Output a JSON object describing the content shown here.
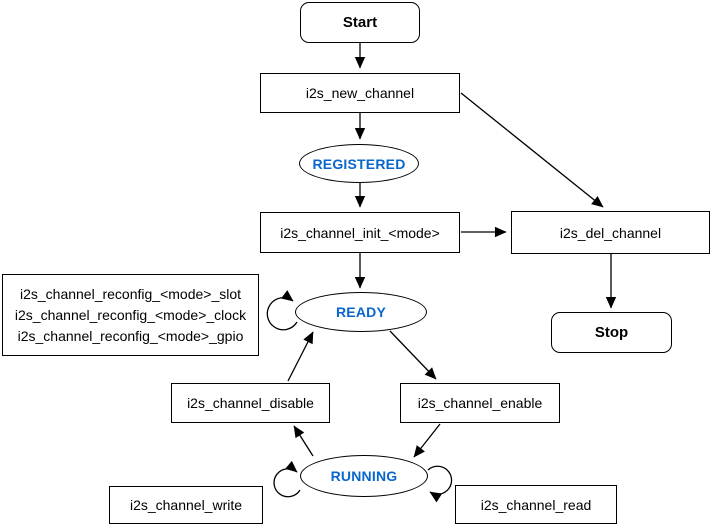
{
  "diagram": {
    "type": "state-flowchart",
    "colors": {
      "stroke": "#000000",
      "node_fill": "#ffffff",
      "state_text": "#0966CC",
      "background": "#ffffff"
    },
    "nodes": {
      "start": {
        "label": "Start",
        "shape": "rounded"
      },
      "new_channel": {
        "label": "i2s_new_channel",
        "shape": "rect"
      },
      "registered": {
        "label": "REGISTERED",
        "shape": "ellipse"
      },
      "init": {
        "label": "i2s_channel_init_<mode>",
        "shape": "rect"
      },
      "del_channel": {
        "label": "i2s_del_channel",
        "shape": "rect"
      },
      "stop": {
        "label": "Stop",
        "shape": "rounded"
      },
      "ready": {
        "label": "READY",
        "shape": "ellipse"
      },
      "reconfig": {
        "shape": "rect",
        "lines": [
          "i2s_channel_reconfig_<mode>_slot",
          "i2s_channel_reconfig_<mode>_clock",
          "i2s_channel_reconfig_<mode>_gpio"
        ]
      },
      "disable": {
        "label": "i2s_channel_disable",
        "shape": "rect"
      },
      "enable": {
        "label": "i2s_channel_enable",
        "shape": "rect"
      },
      "running": {
        "label": "RUNNING",
        "shape": "ellipse"
      },
      "write": {
        "label": "i2s_channel_write",
        "shape": "rect"
      },
      "read": {
        "label": "i2s_channel_read",
        "shape": "rect"
      }
    },
    "edges": [
      {
        "from": "Start",
        "to": "i2s_new_channel"
      },
      {
        "from": "i2s_new_channel",
        "to": "REGISTERED"
      },
      {
        "from": "i2s_new_channel",
        "to": "i2s_del_channel"
      },
      {
        "from": "REGISTERED",
        "to": "i2s_channel_init_<mode>"
      },
      {
        "from": "i2s_channel_init_<mode>",
        "to": "READY"
      },
      {
        "from": "i2s_channel_init_<mode>",
        "to": "i2s_del_channel"
      },
      {
        "from": "i2s_del_channel",
        "to": "Stop"
      },
      {
        "from": "i2s_channel_disable",
        "to": "READY"
      },
      {
        "from": "READY",
        "to": "i2s_channel_enable"
      },
      {
        "from": "i2s_channel_enable",
        "to": "RUNNING"
      },
      {
        "from": "RUNNING",
        "to": "i2s_channel_disable"
      },
      {
        "from": "READY",
        "to": "READY",
        "type": "self-loop-left"
      },
      {
        "from": "RUNNING",
        "to": "RUNNING",
        "type": "self-loop-left"
      },
      {
        "from": "RUNNING",
        "to": "RUNNING",
        "type": "self-loop-right"
      }
    ]
  }
}
